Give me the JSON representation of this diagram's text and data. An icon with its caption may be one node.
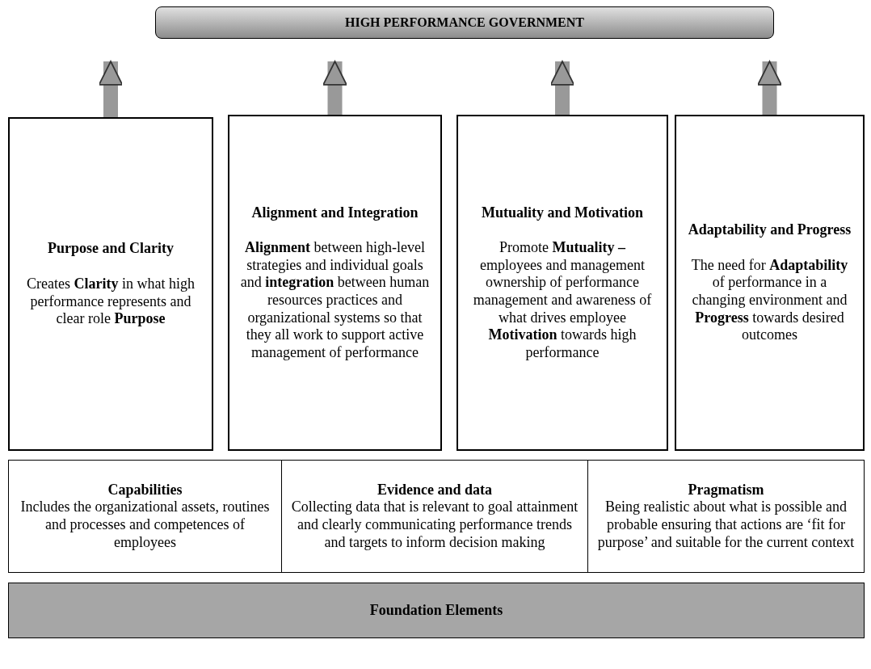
{
  "diagram": {
    "nodes": [
      {
        "text": [
          "HIGH PERFORMANCE GOVERNMENT"
        ]
      },
      {
        "text": [
          "Purpose and Clarity",
          "Creates **Clarity** in what high performance represents and clear role **Purpose**"
        ]
      },
      {
        "text": [
          "Alignment and Integration",
          "**Alignment** between high-level strategies and individual goals and **integration** between human resources practices and organizational systems so that they all work to support active management of performance"
        ]
      },
      {
        "text": [
          "Mutuality and Motivation",
          "Promote **Mutuality –** employees and management ownership of performance management and awareness of what drives employee **Motivation** towards high performance"
        ]
      },
      {
        "text": [
          "Adaptability and Progress",
          "The need for **Adaptability** of performance in a changing environment and **Progress** towards desired outcomes"
        ]
      },
      {
        "text": [
          "Capabilities",
          "Includes the organizational assets, routines and processes and competences of employees"
        ]
      },
      {
        "text": [
          "Evidence and data",
          "Collecting data that is relevant to goal attainment and clearly communicating performance trends and targets to inform decision making"
        ]
      },
      {
        "text": [
          "Pragmatism",
          "Being realistic about what is possible and probable ensuring that actions are ‘fit for purpose’ and suitable for the current context"
        ]
      },
      {
        "text": [
          "Foundation Elements"
        ]
      }
    ],
    "edges": [
      {
        "from": 1,
        "to": 0,
        "arrow": "to"
      },
      {
        "from": 2,
        "to": 0,
        "arrow": "to"
      },
      {
        "from": 3,
        "to": 0,
        "arrow": "to"
      },
      {
        "from": 4,
        "to": 0,
        "arrow": "to"
      }
    ]
  }
}
